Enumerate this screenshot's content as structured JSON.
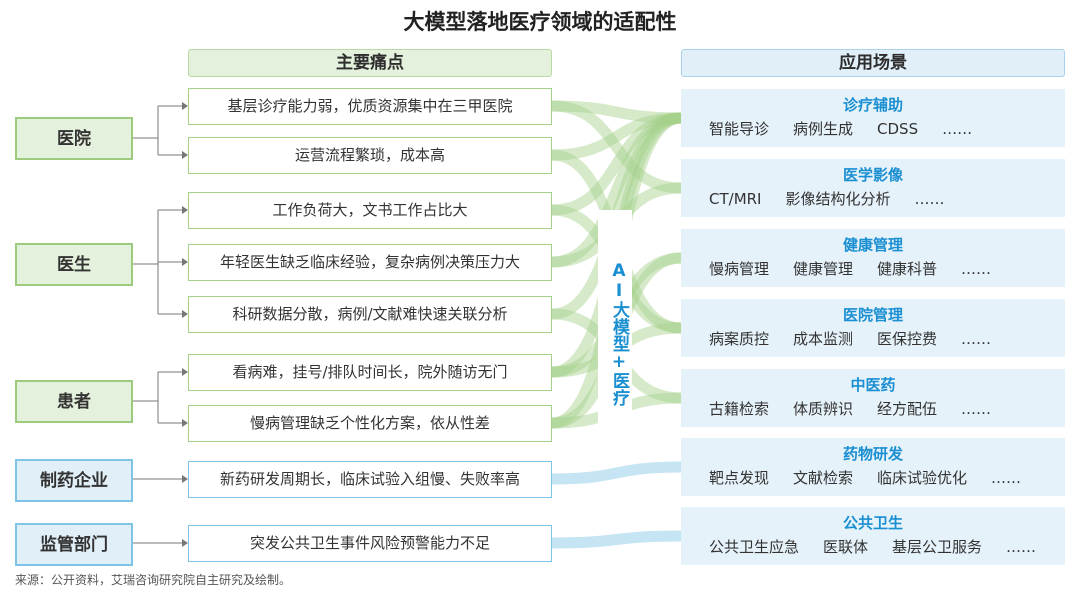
{
  "title": "大模型落地医疗领域的适配性",
  "left_header": "主要痛点",
  "right_header": "应用场景",
  "center_label": "AI大模型+医疗",
  "categories": [
    {
      "label": "医院",
      "style": "green"
    },
    {
      "label": "医生",
      "style": "green"
    },
    {
      "label": "患者",
      "style": "green"
    },
    {
      "label": "制药企业",
      "style": "blue"
    },
    {
      "label": "监管部门",
      "style": "blue"
    }
  ],
  "pain_points": [
    "基层诊疗能力弱，优质资源集中在三甲医院",
    "运营流程繁琐，成本高",
    "工作负荷大，文书工作占比大",
    "年轻医生缺乏临床经验，复杂病例决策压力大",
    "科研数据分散，病例/文献难快速关联分析",
    "看病难，挂号/排队时间长，院外随访无门",
    "慢病管理缺乏个性化方案，依从性差",
    "新药研发周期长，临床试验入组慢、失败率高",
    "突发公共卫生事件风险预警能力不足"
  ],
  "scenarios": [
    {
      "title": "诊疗辅助",
      "items": [
        "智能导诊",
        "病例生成",
        "CDSS",
        "……"
      ]
    },
    {
      "title": "医学影像",
      "items": [
        "CT/MRI",
        "影像结构化分析",
        "……"
      ]
    },
    {
      "title": "健康管理",
      "items": [
        "慢病管理",
        "健康管理",
        "健康科普",
        "……"
      ]
    },
    {
      "title": "医院管理",
      "items": [
        "病案质控",
        "成本监测",
        "医保控费",
        "……"
      ]
    },
    {
      "title": "中医药",
      "items": [
        "古籍检索",
        "体质辨识",
        "经方配伍",
        "……"
      ]
    },
    {
      "title": "药物研发",
      "items": [
        "靶点发现",
        "文献检索",
        "临床试验优化",
        "……"
      ]
    },
    {
      "title": "公共卫生",
      "items": [
        "公共卫生应急",
        "医联体",
        "基层公卫服务",
        "……"
      ]
    }
  ],
  "source": "来源：公开资料，艾瑞咨询研究院自主研究及绘制。",
  "colors": {
    "green": "#a5d08a",
    "blue": "#7ec4e6",
    "title_blue": "#1a8fd1"
  }
}
